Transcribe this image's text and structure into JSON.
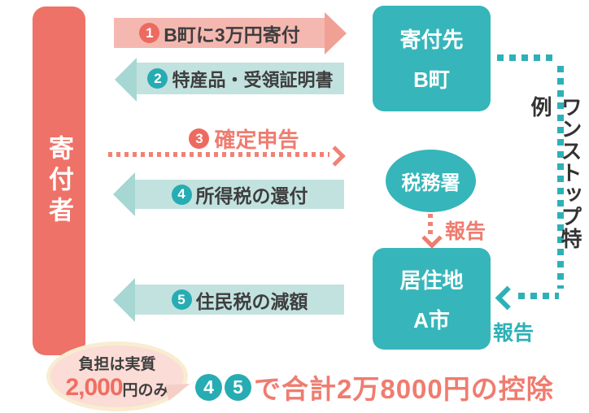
{
  "palette": {
    "coral": "#ee7267",
    "pink_arrow_body": "#f5b8b0",
    "pink_arrow_head": "#f0a094",
    "pink_text": "#ef7c6f",
    "teal_node": "#36b6ba",
    "teal_circle": "#27acb3",
    "teal_arrow_body": "#c2e2df",
    "teal_arrow_head": "#a6d7d2",
    "dark_text": "#3e3e3e",
    "badge_fill": "#fbdcd6",
    "badge_border": "#f8edd0"
  },
  "donor": {
    "label": "寄付者"
  },
  "nodes": {
    "recipient": {
      "line1": "寄付先",
      "line2": "B町"
    },
    "tax_office": {
      "label": "税務署"
    },
    "residence": {
      "line1": "居住地",
      "line2": "A市"
    }
  },
  "flows": [
    {
      "num": "1",
      "label": "B町に3万円寄付"
    },
    {
      "num": "2",
      "label": "特産品・受領証明書"
    },
    {
      "num": "3",
      "label": "確定申告"
    },
    {
      "num": "4",
      "label": "所得税の還付"
    },
    {
      "num": "5",
      "label": "住民税の減額"
    }
  ],
  "reports": {
    "tax_office_report": "報告",
    "onestop_report": "報告"
  },
  "onestop": {
    "label": "ワンストップ特例"
  },
  "cost_badge": {
    "line1": "負担は実質",
    "amount": "2,000",
    "suffix": "円のみ"
  },
  "summary": {
    "num1": "4",
    "num2": "5",
    "text": "で合計2万8000円の控除"
  }
}
